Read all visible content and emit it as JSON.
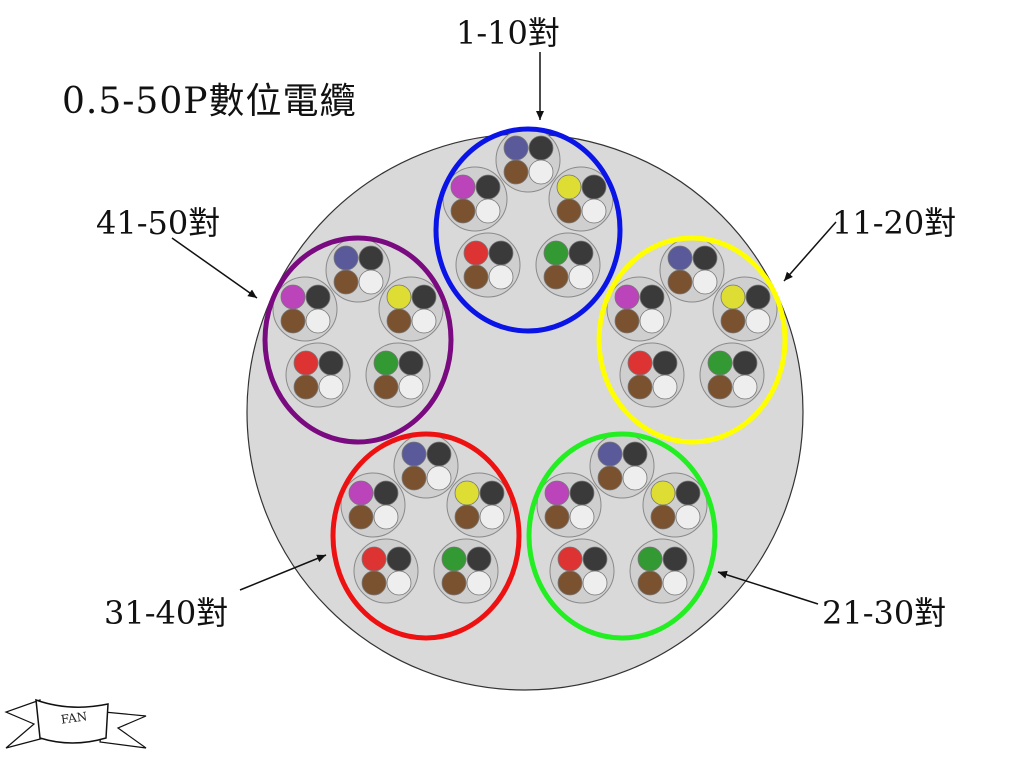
{
  "title": "0.5-50P數位電纜",
  "colors": {
    "sheath": "#d9d9d9",
    "quad_fill": "#cfcfcf",
    "wire_colors": {
      "blue": "#5a5a9a",
      "black": "#3a3a3a",
      "brown": "#7a5230",
      "white": "#eeeeee",
      "magenta": "#bb44bb",
      "yellow": "#dddd33",
      "red": "#dd3333",
      "green": "#339933"
    }
  },
  "unit_wires": [
    [
      "blue",
      "black",
      "brown",
      "white"
    ],
    [
      "yellow",
      "black",
      "brown",
      "white"
    ],
    [
      "green",
      "black",
      "brown",
      "white"
    ],
    [
      "red",
      "black",
      "brown",
      "white"
    ],
    [
      "magenta",
      "black",
      "brown",
      "white"
    ]
  ],
  "groups": [
    {
      "id": "g1",
      "label": "1-10對",
      "ring_color": "#0a14e6"
    },
    {
      "id": "g2",
      "label": "11-20對",
      "ring_color": "#ffff00"
    },
    {
      "id": "g3",
      "label": "21-30對",
      "ring_color": "#22ee22"
    },
    {
      "id": "g4",
      "label": "31-40對",
      "ring_color": "#ee1111"
    },
    {
      "id": "g5",
      "label": "41-50對",
      "ring_color": "#7a0a80"
    }
  ],
  "logo": {
    "text": "FAN"
  }
}
